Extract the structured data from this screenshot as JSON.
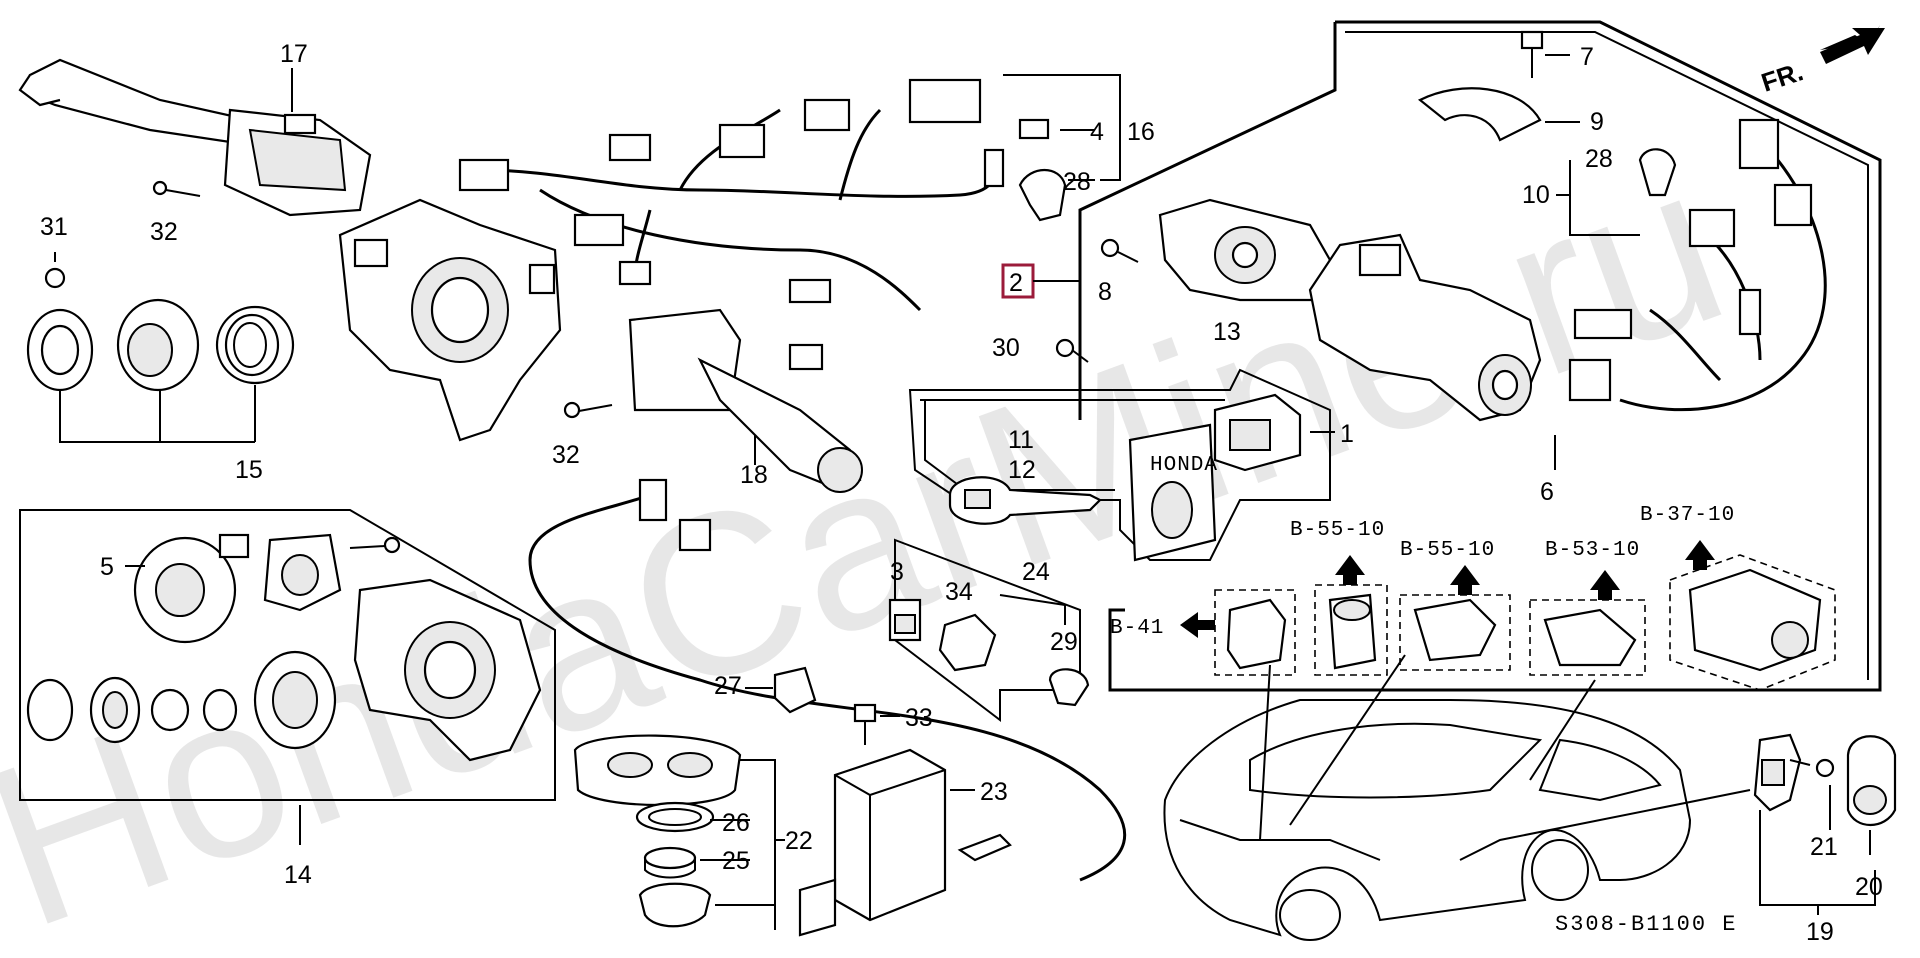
{
  "watermark": "HondaCarMine.ru",
  "direction_label": "FR.",
  "diagram_code": "S308-B1100 E",
  "highlighted_part": "2",
  "callouts": {
    "p1": "1",
    "p2": "2",
    "p3": "3",
    "p4": "4",
    "p5": "5",
    "p6": "6",
    "p7": "7",
    "p8": "8",
    "p9": "9",
    "p10": "10",
    "p11": "11",
    "p12": "12",
    "p13": "13",
    "p14": "14",
    "p15": "15",
    "p16": "16",
    "p17": "17",
    "p18": "18",
    "p19": "19",
    "p20": "20",
    "p21": "21",
    "p22": "22",
    "p23": "23",
    "p24": "24",
    "p25": "25",
    "p26": "26",
    "p27": "27",
    "p28a": "28",
    "p28b": "28",
    "p29": "29",
    "p30": "30",
    "p31": "31",
    "p32a": "32",
    "p32b": "32",
    "p33": "33",
    "p34": "34"
  },
  "references": {
    "b41": "B-41",
    "b55a": "B-55-10",
    "b55b": "B-55-10",
    "b53": "B-53-10",
    "b37": "B-37-10"
  },
  "key_brand": "HONDA"
}
